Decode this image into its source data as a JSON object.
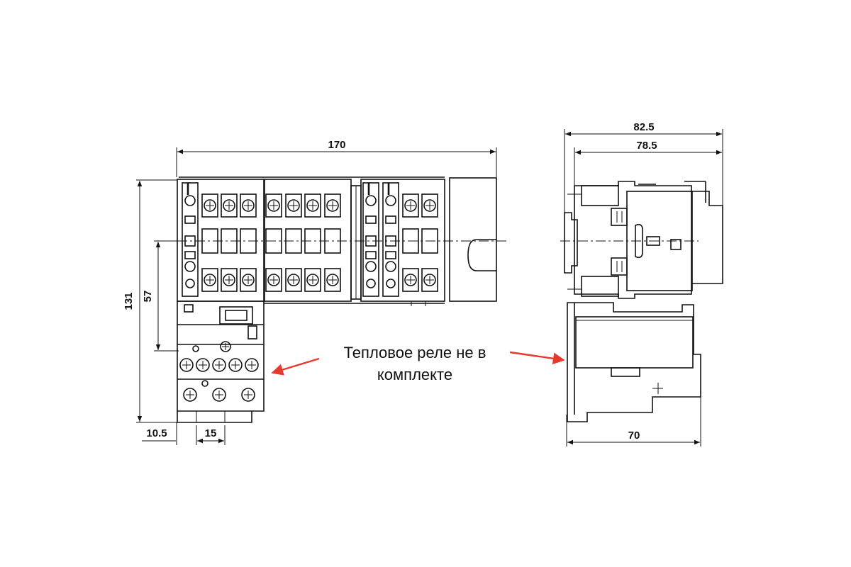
{
  "dimensions": {
    "width_total": "170",
    "height_total": "131",
    "height_axis": "57",
    "offset_left": "10.5",
    "pitch": "15",
    "depth_outer": "82.5",
    "depth_inner": "78.5",
    "depth_base": "70"
  },
  "annotation": {
    "line1": "Тепловое реле не в",
    "line2": "комплекте",
    "arrow_color": "#e8392f"
  }
}
